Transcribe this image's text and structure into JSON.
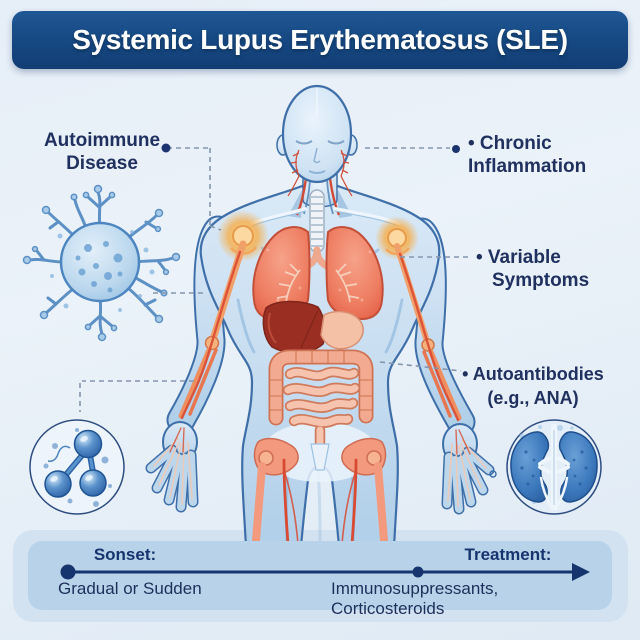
{
  "title": "Systemic Lupus Erythematosus (SLE)",
  "callouts": {
    "autoimmune": {
      "line1": "Autoimmune",
      "line2": "Disease"
    },
    "chronic_inflammation": {
      "line1": "• Chronic",
      "line2": "Inflammation"
    },
    "variable_symptoms": {
      "line1": "• Variable",
      "line2": "Symptoms"
    },
    "autoantibodies": {
      "line1": "• Autoantibodies",
      "line2": "(e.g., ANA)"
    }
  },
  "footer": {
    "onset_label": "Sonset:",
    "onset_value": "Gradual or Sudden",
    "treatment_label": "Treatment:",
    "treatment_value": "Immunosuppressants, Corticosteroids"
  },
  "colors": {
    "banner_blue": "#174a84",
    "label_navy": "#20305f",
    "timeline_navy": "#16356e",
    "background_blue": "#e8f0f8",
    "footer_bar_blue": "#b8d3e9",
    "organ_red": "#e6654c",
    "liver_dark_red": "#9b2e23",
    "inflamed_orange": "#f59a2e",
    "cell_blue": "#4c85c0"
  }
}
